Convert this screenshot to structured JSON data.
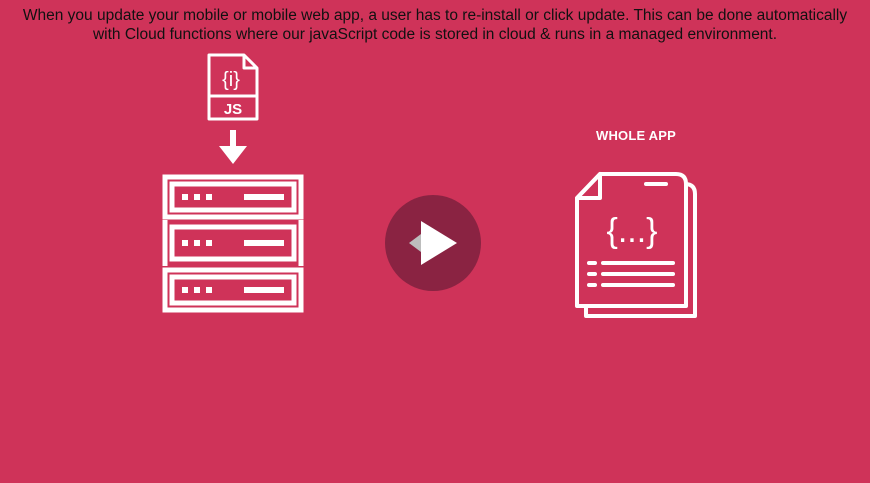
{
  "caption": {
    "line1": "When you update your mobile or mobile web app, a user has to re-install or click update. This can be done automatically",
    "line2": "with Cloud functions where our javaScript code is stored in cloud & runs in a managed environment."
  },
  "js_file": {
    "badge": "JS",
    "glyph": "{i}"
  },
  "whole_app": {
    "label": "WHOLE APP",
    "braces": "{...}"
  },
  "colors": {
    "background": "#cf3359",
    "play_circle": "#8a2342",
    "icon": "#ffffff",
    "caption_text": "#111111"
  },
  "icons": [
    "js-file-icon",
    "arrow-down-icon",
    "server-rack-icon",
    "play-icon",
    "document-stack-icon"
  ]
}
